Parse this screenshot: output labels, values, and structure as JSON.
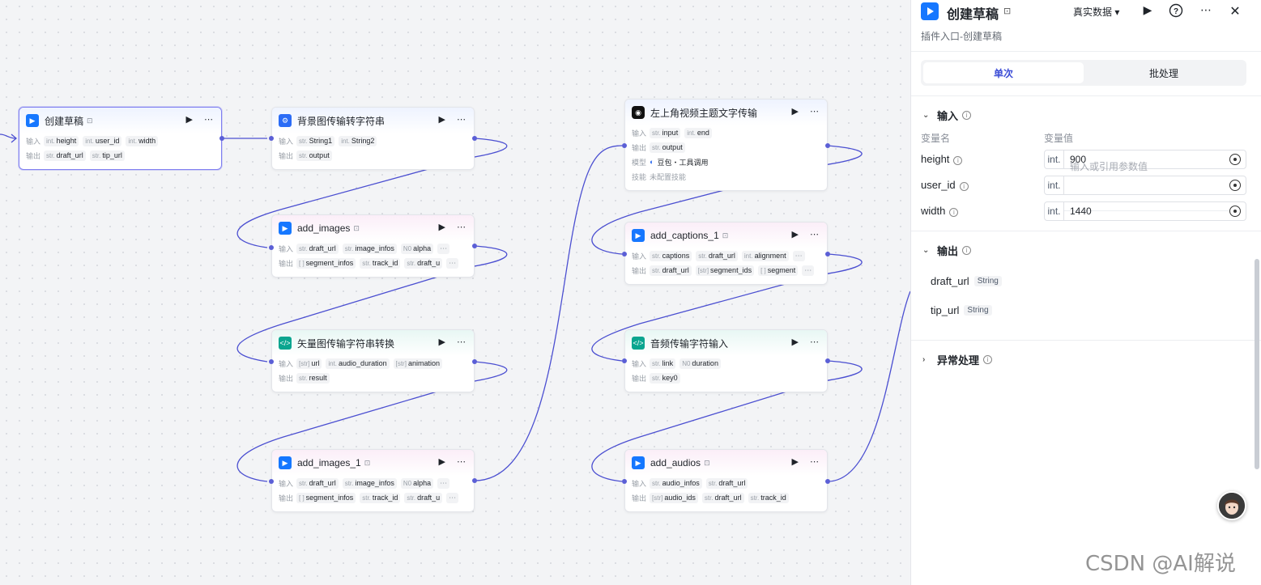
{
  "nodes": {
    "create_draft": {
      "title": "创建草稿",
      "in_label": "输入",
      "out_label": "输出",
      "inputs": [
        {
          "t": "int.",
          "n": "height"
        },
        {
          "t": "int.",
          "n": "user_id"
        },
        {
          "t": "int.",
          "n": "width"
        }
      ],
      "outputs": [
        {
          "t": "str.",
          "n": "draft_url"
        },
        {
          "t": "str.",
          "n": "tip_url"
        }
      ]
    },
    "bg_transfer": {
      "title": "背景图传输转字符串",
      "in_label": "输入",
      "out_label": "输出",
      "inputs": [
        {
          "t": "str.",
          "n": "String1"
        },
        {
          "t": "int.",
          "n": "String2"
        }
      ],
      "outputs": [
        {
          "t": "str.",
          "n": "output"
        }
      ]
    },
    "add_images": {
      "title": "add_images",
      "in_label": "输入",
      "out_label": "输出",
      "inputs": [
        {
          "t": "str.",
          "n": "draft_url"
        },
        {
          "t": "str.",
          "n": "image_infos"
        },
        {
          "t": "N0",
          "n": "alpha"
        }
      ],
      "outputs": [
        {
          "t": "[ ]",
          "n": "segment_infos"
        },
        {
          "t": "str.",
          "n": "track_id"
        },
        {
          "t": "str.",
          "n": "draft_u"
        }
      ]
    },
    "vector_transfer": {
      "title": "矢量图传输字符串转换",
      "in_label": "输入",
      "out_label": "输出",
      "inputs": [
        {
          "t": "[str]",
          "n": "url"
        },
        {
          "t": "int.",
          "n": "audio_duration"
        },
        {
          "t": "[str]",
          "n": "animation"
        }
      ],
      "outputs": [
        {
          "t": "str.",
          "n": "result"
        }
      ]
    },
    "add_images_1": {
      "title": "add_images_1",
      "in_label": "输入",
      "out_label": "输出",
      "inputs": [
        {
          "t": "str.",
          "n": "draft_url"
        },
        {
          "t": "str.",
          "n": "image_infos"
        },
        {
          "t": "N0",
          "n": "alpha"
        }
      ],
      "outputs": [
        {
          "t": "[ ]",
          "n": "segment_infos"
        },
        {
          "t": "str.",
          "n": "track_id"
        },
        {
          "t": "str.",
          "n": "draft_u"
        }
      ]
    },
    "top_left_title": {
      "title": "左上角视频主题文字传输",
      "in_label": "输入",
      "out_label": "输出",
      "model_label": "模型",
      "skill_label": "技能",
      "model_value": "豆包・工具调用",
      "skill_value": "未配置技能",
      "inputs": [
        {
          "t": "str.",
          "n": "input"
        },
        {
          "t": "int.",
          "n": "end"
        }
      ],
      "outputs": [
        {
          "t": "str.",
          "n": "output"
        }
      ]
    },
    "add_captions_1": {
      "title": "add_captions_1",
      "in_label": "输入",
      "out_label": "输出",
      "inputs": [
        {
          "t": "str.",
          "n": "captions"
        },
        {
          "t": "str.",
          "n": "draft_url"
        },
        {
          "t": "int.",
          "n": "alignment"
        }
      ],
      "outputs": [
        {
          "t": "str.",
          "n": "draft_url"
        },
        {
          "t": "[str]",
          "n": "segment_ids"
        },
        {
          "t": "[ ]",
          "n": "segment"
        }
      ]
    },
    "audio_transfer": {
      "title": "音频传输字符输入",
      "in_label": "输入",
      "out_label": "输出",
      "inputs": [
        {
          "t": "str.",
          "n": "link"
        },
        {
          "t": "N0",
          "n": "duration"
        }
      ],
      "outputs": [
        {
          "t": "str.",
          "n": "key0"
        }
      ]
    },
    "add_audios": {
      "title": "add_audios",
      "in_label": "输入",
      "out_label": "输出",
      "inputs": [
        {
          "t": "str.",
          "n": "audio_infos"
        },
        {
          "t": "str.",
          "n": "draft_url"
        }
      ],
      "outputs": [
        {
          "t": "[str]",
          "n": "audio_ids"
        },
        {
          "t": "str.",
          "n": "draft_url"
        },
        {
          "t": "str.",
          "n": "track_id"
        }
      ]
    }
  },
  "panel": {
    "title": "创建草稿",
    "subtitle": "插件入口-创建草稿",
    "data_mode": "真实数据 ▾",
    "tabs": [
      "单次",
      "批处理"
    ],
    "input_section": "输入",
    "col_name": "变量名",
    "col_value": "变量值",
    "vars": [
      {
        "name": "height",
        "type": "int.",
        "value": "900",
        "placeholder": ""
      },
      {
        "name": "user_id",
        "type": "int.",
        "value": "",
        "placeholder": "输入或引用参数值"
      },
      {
        "name": "width",
        "type": "int.",
        "value": "1440",
        "placeholder": ""
      }
    ],
    "output_section": "输出",
    "outputs": [
      {
        "name": "draft_url",
        "type": "String"
      },
      {
        "name": "tip_url",
        "type": "String"
      }
    ],
    "error_section": "异常处理"
  },
  "watermark": "CSDN @AI解说"
}
